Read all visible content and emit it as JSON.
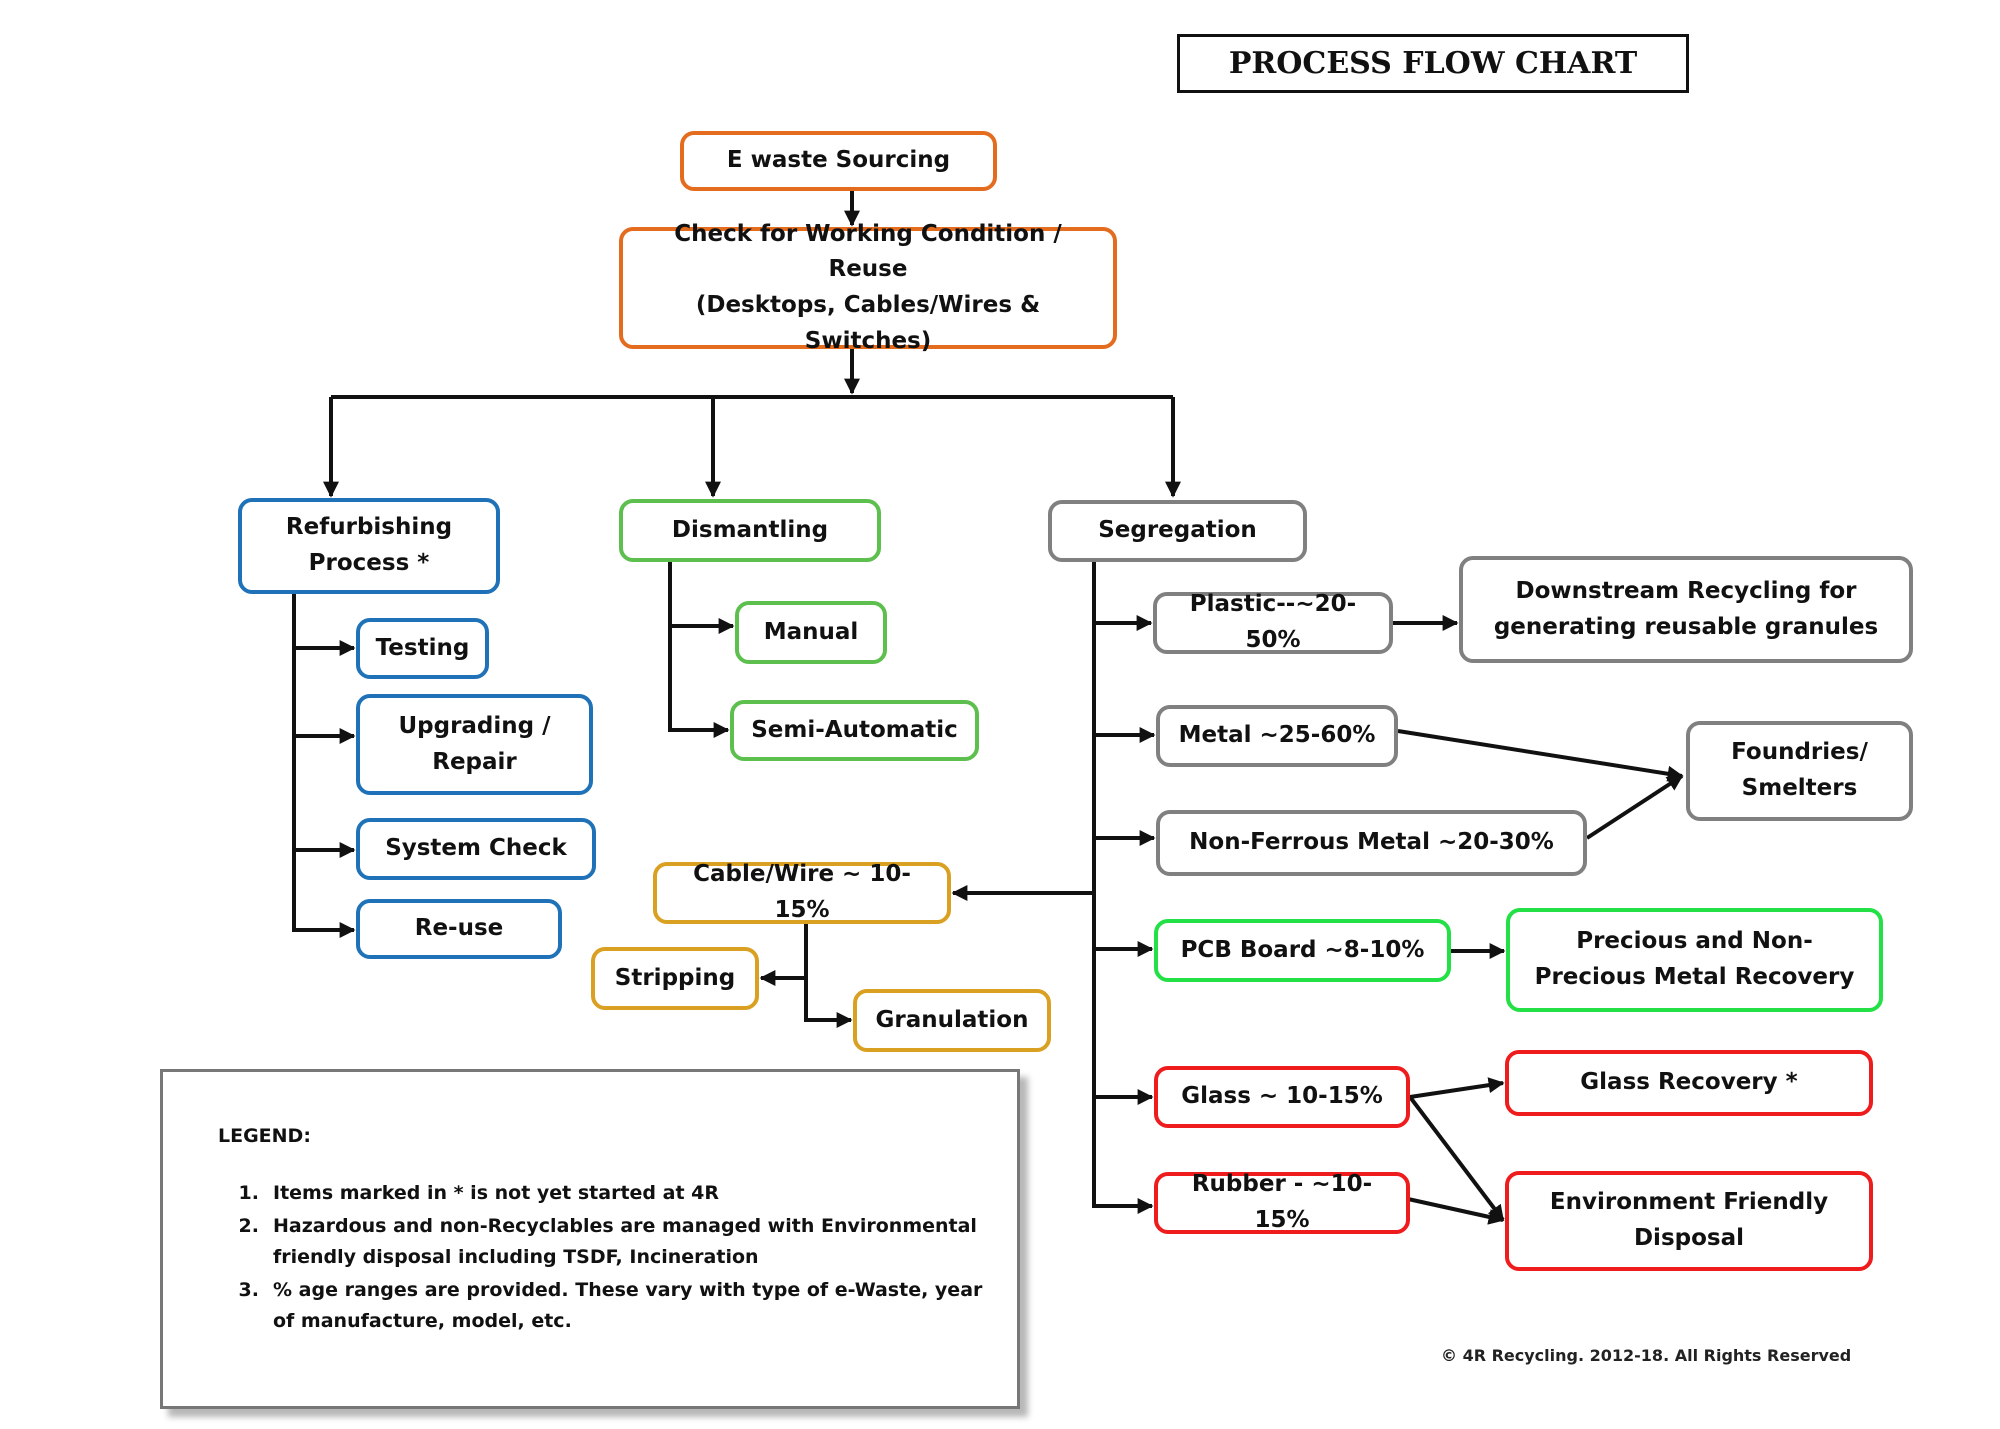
{
  "title": "PROCESS FLOW CHART",
  "colors": {
    "orange": "#e46c1f",
    "blue": "#1f72b8",
    "green": "#5cbf4e",
    "gray": "#808080",
    "gold": "#d9a021",
    "lime": "#22e045",
    "red": "#ee1c1c",
    "arrow": "#111111"
  },
  "nodes": {
    "e_waste_sourcing": "E waste Sourcing",
    "check_working": "Check for Working Condition / Reuse\n(Desktops, Cables/Wires & Switches)",
    "refurbishing": "Refurbishing\nProcess *",
    "testing": "Testing",
    "upgrading": "Upgrading /\nRepair",
    "system_check": "System Check",
    "reuse": "Re-use",
    "dismantling": "Dismantling",
    "manual": "Manual",
    "semi_automatic": "Semi-Automatic",
    "segregation": "Segregation",
    "plastic": "Plastic--~20-50%",
    "downstream": "Downstream Recycling for\ngenerating reusable granules",
    "metal": "Metal ~25-60%",
    "foundries": "Foundries/\nSmelters",
    "non_ferrous": "Non-Ferrous Metal ~20-30%",
    "cable_wire": "Cable/Wire ~ 10-15%",
    "stripping": "Stripping",
    "granulation": "Granulation",
    "pcb": "PCB Board ~8-10%",
    "precious": "Precious and Non-\nPrecious Metal Recovery",
    "glass": "Glass ~ 10-15%",
    "glass_recovery": "Glass Recovery *",
    "rubber": "Rubber - ~10-15%",
    "env_disposal": "Environment Friendly\nDisposal"
  },
  "legend": {
    "heading": "LEGEND:",
    "items": [
      {
        "num": "1.",
        "text": "Items marked in * is not yet started at 4R"
      },
      {
        "num": "2.",
        "text": "Hazardous and non-Recyclables are managed with Environmental friendly disposal including TSDF, Incineration"
      },
      {
        "num": "3.",
        "text": "% age ranges are provided. These vary with type of e-Waste, year of manufacture, model, etc."
      }
    ]
  },
  "footer": "© 4R Recycling. 2012-18. All Rights Reserved"
}
